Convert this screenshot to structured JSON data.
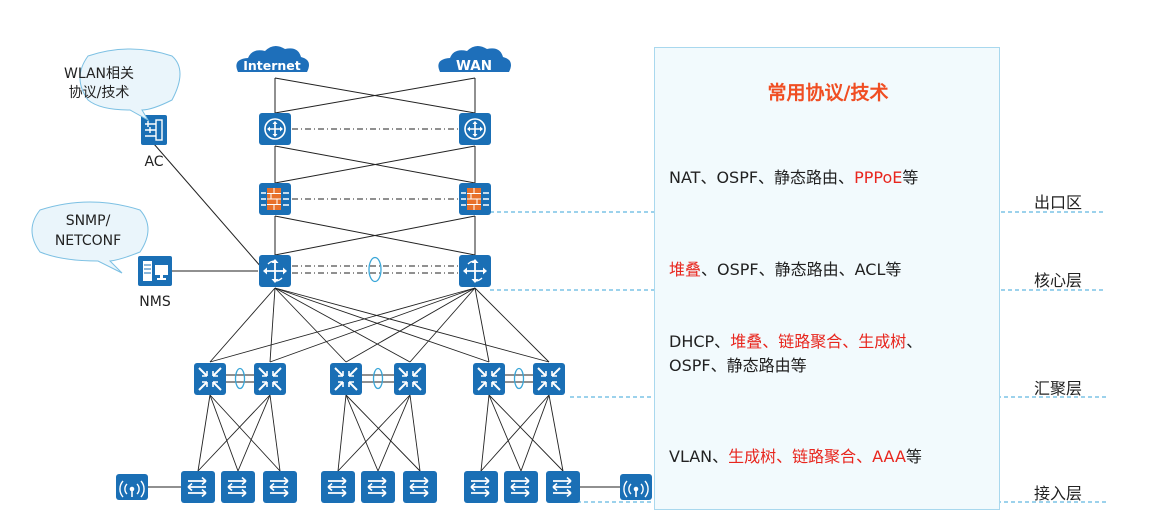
{
  "clouds": {
    "internet": "Internet",
    "wan": "WAN"
  },
  "bubbles": {
    "wlan": [
      "WLAN相关",
      "协议/技术"
    ],
    "snmp": [
      "SNMP/",
      "NETCONF"
    ]
  },
  "side_devices": {
    "ac": "AC",
    "nms": "NMS"
  },
  "panel": {
    "title": "常用协议/技术",
    "egress": [
      {
        "text": "NAT、OSPF、静态路由、",
        "red": false
      },
      {
        "text": "PPPoE",
        "red": true
      },
      {
        "text": "等",
        "red": false
      }
    ],
    "core": [
      {
        "text": "堆叠",
        "red": true
      },
      {
        "text": "、OSPF、静态路由、ACL等",
        "red": false
      }
    ],
    "aggregation_line1": [
      {
        "text": "DHCP、",
        "red": false
      },
      {
        "text": "堆叠、链路聚合、生成树",
        "red": true
      },
      {
        "text": "、",
        "red": false
      }
    ],
    "aggregation_line2": [
      {
        "text": "OSPF、静态路由等",
        "red": false
      }
    ],
    "access": [
      {
        "text": "VLAN、",
        "red": false
      },
      {
        "text": "生成树、链路聚合、AAA",
        "red": true
      },
      {
        "text": "等",
        "red": false
      }
    ]
  },
  "layers": {
    "egress": "出口区",
    "core": "核心层",
    "aggregation": "汇聚层",
    "access": "接入层"
  },
  "colors": {
    "device_blue": "#1a6fb5",
    "cloud_blue": "#1e6fba",
    "highlight_red": "#e8261e",
    "title_orange": "#f04e23",
    "dash_blue": "#3aa6d8",
    "panel_border": "#a9d8ee"
  },
  "icons": {
    "router": "router-icon",
    "firewall": "firewall-icon",
    "core_switch": "core-switch-icon",
    "agg_switch": "aggregation-switch-icon",
    "access_switch": "access-switch-icon",
    "ap": "access-point-icon",
    "ac": "ac-controller-icon",
    "nms": "nms-server-icon"
  }
}
